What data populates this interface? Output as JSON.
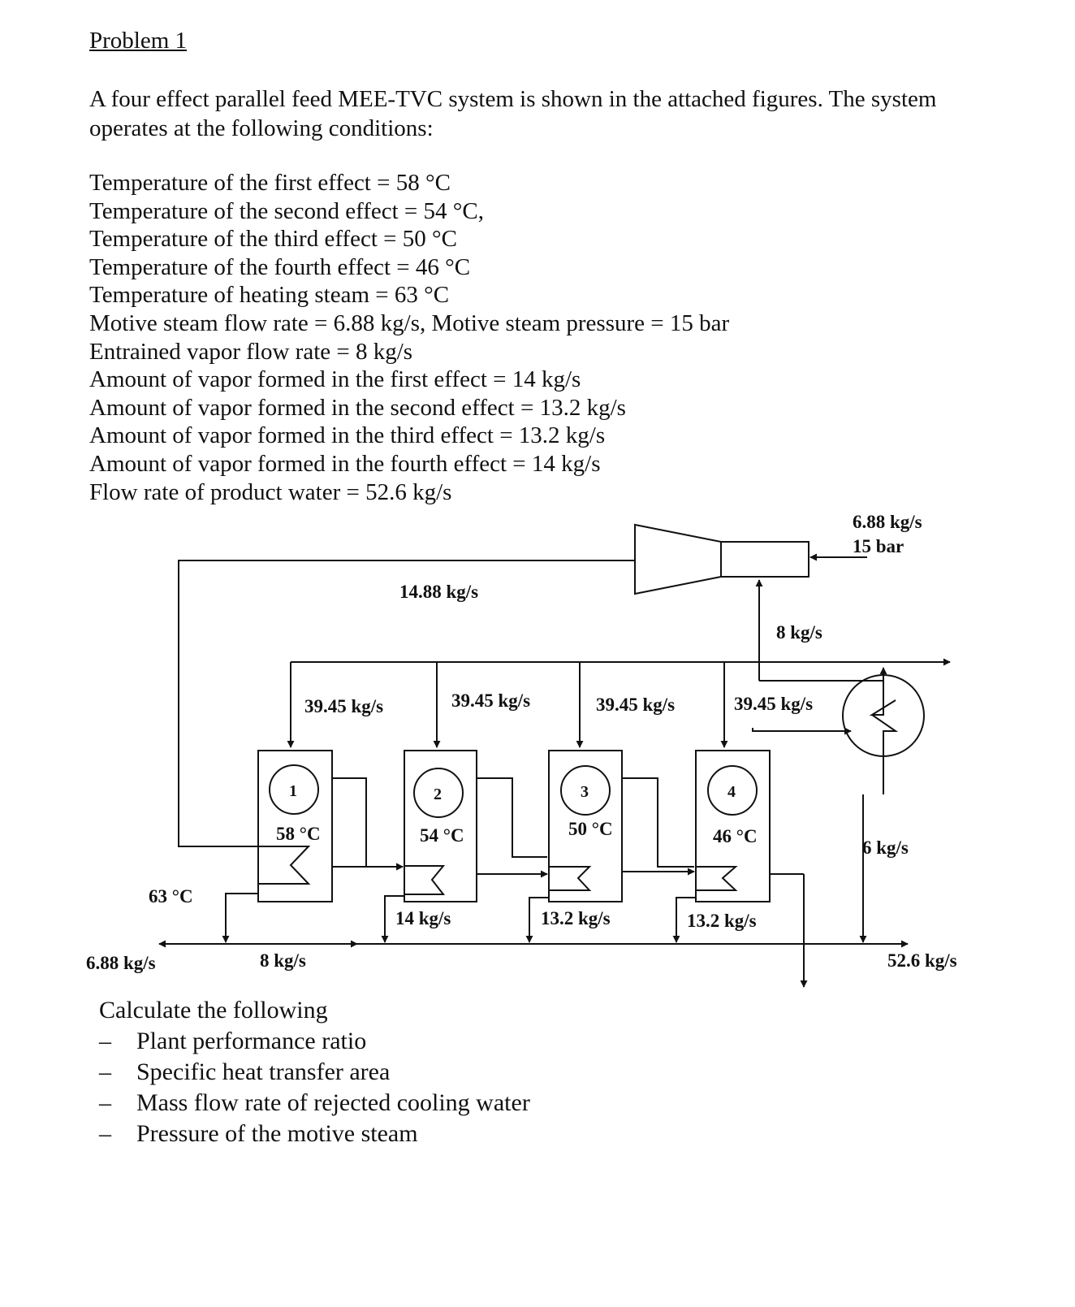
{
  "problem_title": "Problem 1",
  "intro": "A four effect parallel feed MEE-TVC system is shown in the attached figures. The system operates at the following conditions:",
  "conditions": [
    "Temperature of the first effect = 58 °C",
    "Temperature of the second effect = 54 °C,",
    "Temperature of the third effect = 50 °C",
    "Temperature of the fourth effect = 46 °C",
    "Temperature of heating steam = 63 °C",
    "Motive steam flow rate = 6.88 kg/s, Motive steam pressure = 15 bar",
    "Entrained vapor flow rate = 8 kg/s",
    "Amount of vapor formed in the first effect = 14 kg/s",
    "Amount of vapor formed in the second effect = 13.2 kg/s",
    "Amount of vapor formed in the third effect = 13.2 kg/s",
    "Amount of vapor formed in the fourth effect = 14 kg/s",
    "Flow rate of product water = 52.6 kg/s"
  ],
  "diagram": {
    "motive_flow": "6.88 kg/s",
    "motive_pressure": "15 bar",
    "compressed_vapor": "14.88 kg/s",
    "entrained_vapor": "8 kg/s",
    "feed_flows": [
      "39.45 kg/s",
      "39.45 kg/s",
      "39.45 kg/s",
      "39.45 kg/s"
    ],
    "effect_numbers": [
      "1",
      "2",
      "3",
      "4"
    ],
    "effect_temps": [
      "58 °C",
      "54 °C",
      "50 °C",
      "46 °C"
    ],
    "steam_temp": "63 °C",
    "vapor_flows": [
      "14 kg/s",
      "13.2 kg/s",
      "13.2 kg/s"
    ],
    "condenser_distillate": "6 kg/s",
    "condensate_motive": "6.88 kg/s",
    "condensate_entrained": "8 kg/s",
    "product": "52.6 kg/s"
  },
  "calculate": {
    "heading": "Calculate the following",
    "items": [
      "Plant performance ratio",
      "Specific heat transfer area",
      "Mass flow rate of rejected cooling water",
      "Pressure of the motive steam"
    ]
  }
}
